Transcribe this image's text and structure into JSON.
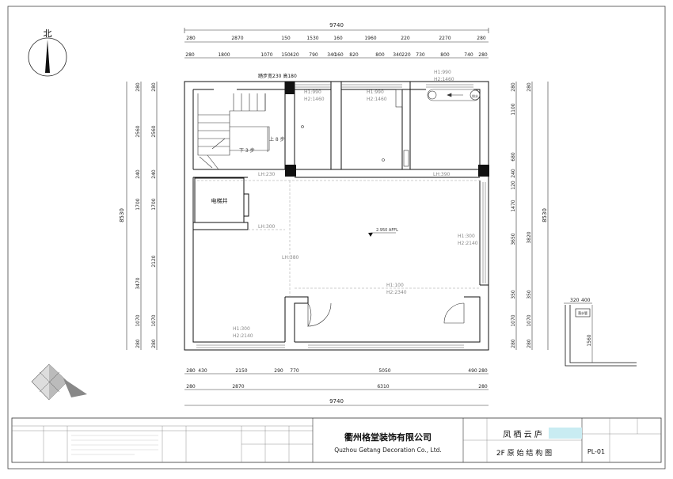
{
  "compass": {
    "label": "北"
  },
  "dims": {
    "top_total": "9740",
    "top_row1": [
      "280",
      "2870",
      "150",
      "1530",
      "160",
      "1960",
      "220",
      "2270",
      "280"
    ],
    "top_row2": [
      "280",
      "1800",
      "1070",
      "150",
      "420",
      "790",
      "340",
      "160",
      "820",
      "800",
      "340",
      "220",
      "730",
      "800",
      "740",
      "280"
    ],
    "left_outer": [
      "280",
      "2560",
      "240",
      "1700",
      "2120",
      "1070",
      "280"
    ],
    "left_inner": [
      "280",
      "2560",
      "240",
      "1700",
      "3470",
      "1070",
      "280"
    ],
    "left_total": "8530",
    "right_inner": [
      "280",
      "1100",
      "680",
      "240",
      "120",
      "1470",
      "3650",
      "350",
      "1070",
      "280"
    ],
    "right_outer": [
      "280",
      "3820",
      "8530",
      "350",
      "1070",
      "280"
    ],
    "bottom_row1": [
      "280",
      "430",
      "2150",
      "290",
      "770",
      "5050",
      "490",
      "280"
    ],
    "bottom_row2": [
      "280",
      "2870",
      "6310",
      "280"
    ],
    "bottom_total": "9740"
  },
  "annotations": {
    "stair_step": "踏步宽230 高180",
    "up_steps": "上 8 步",
    "down_steps": "下 3 步",
    "elevator": "电梯井",
    "win1_h1": "H1:990",
    "win1_h2": "H2:1460",
    "win2_h1": "H1:990",
    "win2_h2": "H2:1460",
    "win3_h1": "H1:990",
    "win3_h2": "H2:1460",
    "lh230": "LH:230",
    "lh390": "LH:390",
    "lh300": "LH:300",
    "lh380": "LH:380",
    "level": "2.950 AFFL",
    "win_right_h1": "H1:300",
    "win_right_h2": "H2:2140",
    "win_bottom_h1": "H1:100",
    "win_bottom_h2": "H2:2340",
    "win_left_h1": "H1:300",
    "win_left_h2": "H2:2140",
    "drain": "排水",
    "detail_dim1": "320",
    "detail_dim2": "400",
    "detail_dim3": "1560",
    "detail_label": "落水管"
  },
  "title_block": {
    "company_cn": "衢州格堂装饰有限公司",
    "company_en": "Quzhou Getang Decoration Co., Ltd.",
    "project_name": "凤 栖 云 庐",
    "drawing_title": "2F 原 始 结 构 图",
    "drawing_no": "PL-01"
  }
}
